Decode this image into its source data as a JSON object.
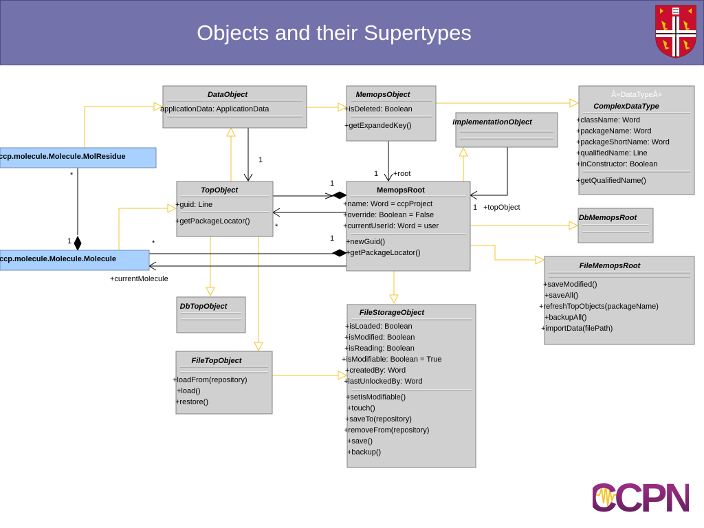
{
  "header": {
    "title": "Objects and their Supertypes"
  },
  "classes": {
    "data_object": {
      "name": "DataObject",
      "attrs": [
        "applicationData: ApplicationData"
      ],
      "ops": []
    },
    "memops_object": {
      "name": "MemopsObject",
      "attrs": [
        "+isDeleted: Boolean"
      ],
      "ops": [
        "+getExpandedKey()"
      ]
    },
    "complex_data_type": {
      "stereotype": "Â«DataTypeÂ»",
      "name": "ComplexDataType",
      "attrs": [
        "+className: Word",
        "+packageName: Word",
        "+packageShortName: Word",
        "+qualifiedName: Line",
        "+inConstructor: Boolean"
      ],
      "ops": [
        "+getQualifiedName()"
      ]
    },
    "implementation_object": {
      "name": "ImplementationObject"
    },
    "mol_residue": {
      "name": "ccp.molecule.Molecule.MolResidue"
    },
    "top_object": {
      "name": "TopObject",
      "attrs": [
        "+guid: Line"
      ],
      "ops": [
        "+getPackageLocator()"
      ]
    },
    "memops_root": {
      "name": "MemopsRoot",
      "attrs": [
        "+name: Word = ccpProject",
        "+override: Boolean = False",
        "+currentUserId: Word = user"
      ],
      "ops": [
        "+newGuid()",
        "+getPackageLocator()"
      ]
    },
    "db_memops_root": {
      "name": "DbMemopsRoot"
    },
    "molecule": {
      "name": "ccp.molecule.Molecule.Molecule"
    },
    "file_memops_root": {
      "name": "FileMemopsRoot",
      "ops": [
        "+saveModified()",
        "+saveAll()",
        "+refreshTopObjects(packageName)",
        "+backupAll()",
        "+importData(filePath)"
      ]
    },
    "db_top_object": {
      "name": "DbTopObject"
    },
    "file_storage_object": {
      "name": "FileStorageObject",
      "attrs": [
        "+isLoaded: Boolean",
        "+isModified: Boolean",
        "+isReading: Boolean",
        "+isModifiable: Boolean = True",
        "+createdBy: Word",
        "+lastUnlockedBy: Word"
      ],
      "ops": [
        "+setIsModifiable()",
        "+touch()",
        "+saveTo(repository)",
        "+removeFrom(repository)",
        "+save()",
        "+backup()"
      ]
    },
    "file_top_object": {
      "name": "FileTopObject",
      "ops": [
        "+loadFrom(repository)",
        "+load()",
        "+restore()"
      ]
    }
  },
  "labels": {
    "mult_1_top": "1",
    "mult_1_root": "1",
    "root_role": "+root",
    "mult_1_toplink": "1",
    "mult_1_topobject": "1",
    "top_object_role": "+topObject",
    "mult_star_top": "*",
    "mult_1_mol": "1",
    "mult_star_mol": "*",
    "mult_star_res": "*",
    "mult_1_res": "1",
    "current_molecule_role": "+currentMolecule"
  },
  "logo": {
    "text": "CCPN"
  },
  "colors": {
    "header_bg": "#7472ab",
    "class_fill": "#d0d0d0",
    "highlight_fill": "#a9d1ff",
    "inheritance": "#f2c52e"
  }
}
